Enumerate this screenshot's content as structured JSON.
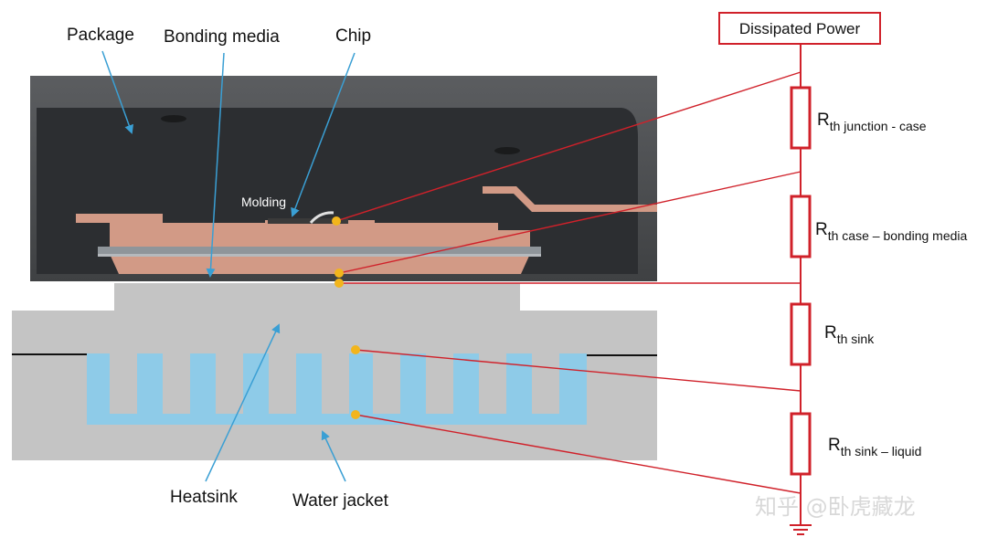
{
  "labels": {
    "package": "Package",
    "bonding_media": "Bonding media",
    "chip": "Chip",
    "molding": "Molding",
    "heatsink": "Heatsink",
    "water_jacket": "Water jacket",
    "dissipated_power": "Dissipated Power"
  },
  "resistors": [
    {
      "main": "R",
      "sub": "th junction - case"
    },
    {
      "main": "R",
      "sub": "th case – bonding media"
    },
    {
      "main": "R",
      "sub": "th sink"
    },
    {
      "main": "R",
      "sub": "th sink – liquid"
    }
  ],
  "watermark": "知乎 @卧虎藏龙",
  "colors": {
    "circuit_red": "#d0212a",
    "arrow_blue": "#3a9fd4",
    "node_yellow": "#f2b51c",
    "coolant_blue": "#8ecbe8",
    "heatsink_gray": "#c4c4c4",
    "package_dark": "#2c2e31",
    "leadframe_copper": "#d29a86"
  }
}
